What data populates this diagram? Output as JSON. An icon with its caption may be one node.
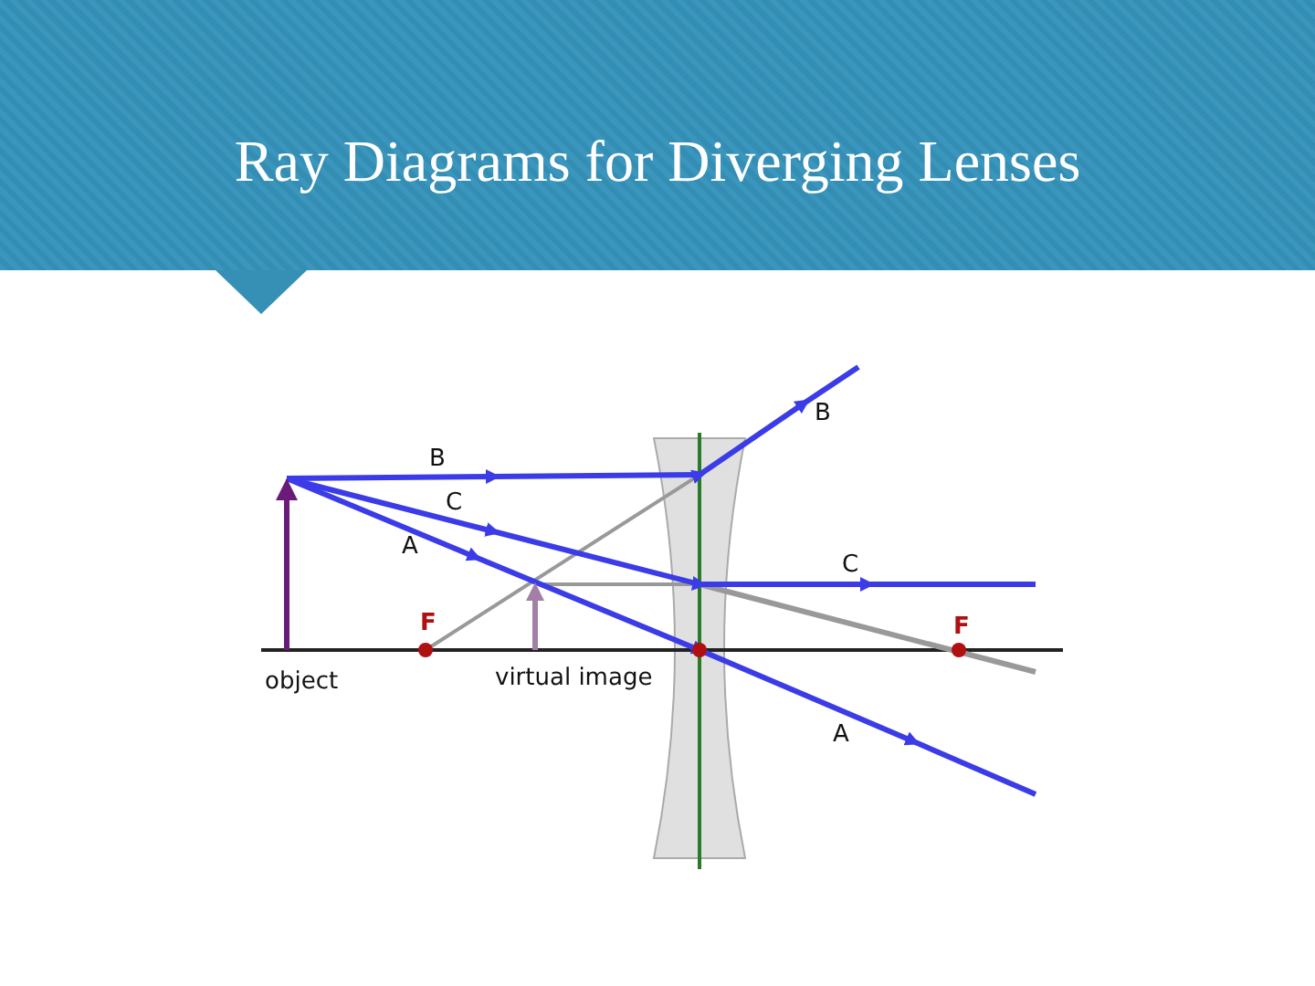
{
  "diagram": {
    "title": "Ray Diagrams for Diverging Lenses",
    "labels": [
      "B",
      "C",
      "A",
      "F",
      "object",
      "virtual image",
      "B",
      "C",
      "F",
      "A"
    ]
  }
}
